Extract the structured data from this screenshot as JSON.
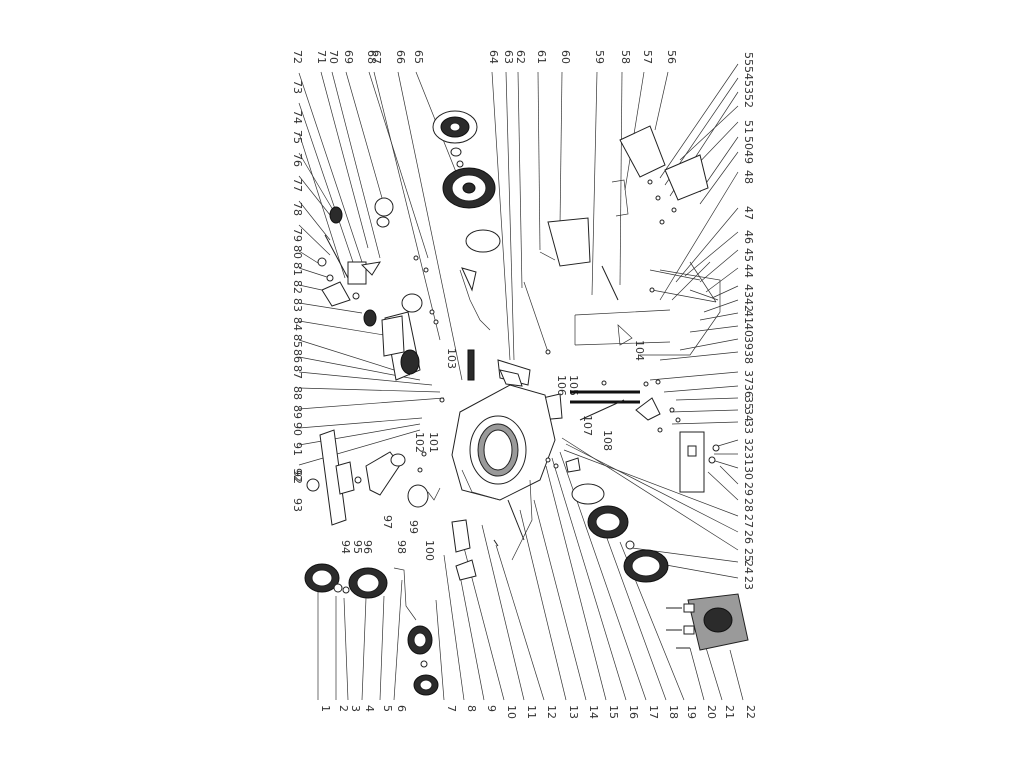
{
  "diagram": {
    "type": "exploded parts diagram",
    "callouts": {
      "left": [
        "72",
        "73",
        "74",
        "75",
        "76",
        "77",
        "78",
        "79",
        "80",
        "81",
        "82",
        "83",
        "84",
        "85",
        "86",
        "87",
        "88",
        "89",
        "90",
        "91",
        "92",
        "93"
      ],
      "top": [
        "71",
        "70",
        "69",
        "68",
        "67",
        "66",
        "65",
        "64",
        "63",
        "62",
        "61",
        "60",
        "59",
        "58",
        "57",
        "56"
      ],
      "right": [
        "55",
        "54",
        "53",
        "52",
        "51",
        "50",
        "49",
        "48",
        "47",
        "46",
        "45",
        "44",
        "43",
        "42",
        "41",
        "40",
        "39",
        "38",
        "37",
        "36",
        "35",
        "34",
        "33",
        "32",
        "31",
        "30",
        "29",
        "28",
        "27",
        "26",
        "25",
        "24",
        "23"
      ],
      "bottom": [
        "1",
        "2",
        "3",
        "4",
        "5",
        "6",
        "7",
        "8",
        "9",
        "10",
        "11",
        "12",
        "13",
        "14",
        "15",
        "16",
        "17",
        "18",
        "19",
        "20",
        "21",
        "22"
      ],
      "inner": [
        "92",
        "94",
        "95",
        "96",
        "97",
        "98",
        "99",
        "100",
        "101",
        "102",
        "103",
        "104",
        "105",
        "106",
        "107",
        "108"
      ]
    }
  }
}
